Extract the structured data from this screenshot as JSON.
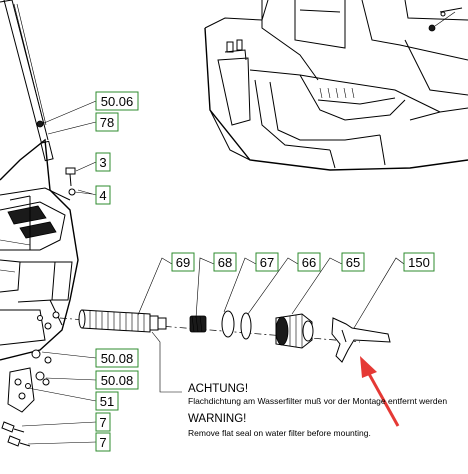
{
  "callouts": [
    {
      "label": "50.06"
    },
    {
      "label": "78"
    },
    {
      "label": "3"
    },
    {
      "label": "4"
    },
    {
      "label": "69"
    },
    {
      "label": "68"
    },
    {
      "label": "67"
    },
    {
      "label": "66"
    },
    {
      "label": "65"
    },
    {
      "label": "150"
    },
    {
      "label": "50.08"
    },
    {
      "label": "50.08"
    },
    {
      "label": "51"
    },
    {
      "label": "7"
    },
    {
      "label": "7"
    }
  ],
  "notes": {
    "de_title": "ACHTUNG!",
    "de_text": "Flachdichtung am Wasserfilter muß vor der Montage entfernt werden",
    "en_title": "WARNING!",
    "en_text": "Remove flat seal on water filter before mounting."
  },
  "colors": {
    "callout_border": "#2e8b2e",
    "arrow": "#e53935",
    "line": "#000000"
  }
}
